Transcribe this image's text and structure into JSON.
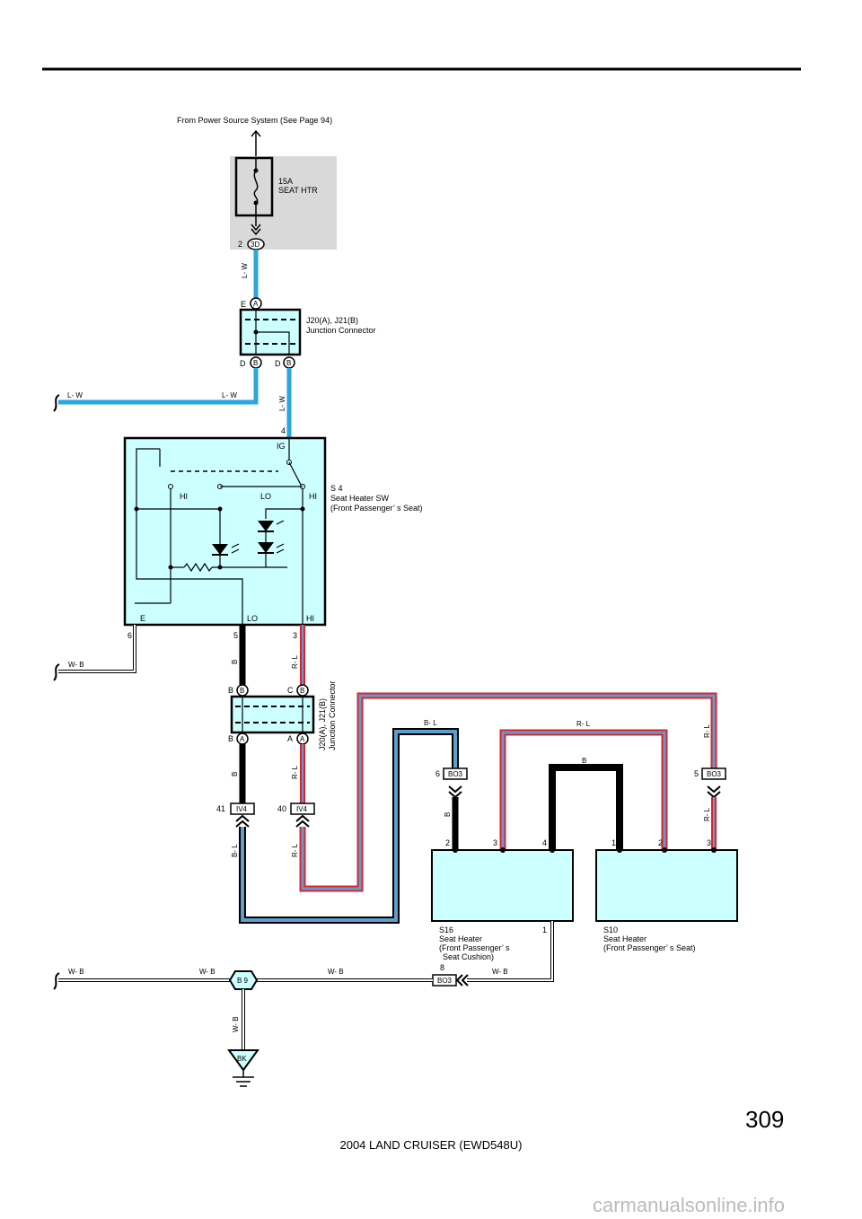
{
  "header": {
    "page_number": "309",
    "footer_title": "2004 LAND CRUISER (EWD548U)",
    "watermark": "carmanualsonline.info"
  },
  "source": {
    "label": "From Power Source System (See Page 94)"
  },
  "fuse": {
    "rating": "15A",
    "name": "SEAT HTR",
    "pin": "2",
    "connector": "3D"
  },
  "junction_top": {
    "label1": "J20(A), J21(B)",
    "label2": "Junction Connector",
    "pin_e": "E",
    "conn_a": "A",
    "pin_d1": "D",
    "conn_b1": "B",
    "pin_d2": "D",
    "conn_b2": "B"
  },
  "switch": {
    "id": "S 4",
    "name": "Seat Heater SW",
    "location": "(Front Passenger’ s Seat)",
    "ig": "IG",
    "pin_ig": "4",
    "hi_left": "HI",
    "lo_mid": "LO",
    "hi_right": "HI",
    "term_e": "E",
    "term_lo": "LO",
    "term_hi": "HI",
    "pin_e": "6",
    "pin_lo": "5",
    "pin_hi": "3"
  },
  "junction_mid": {
    "label1": "J20(A), J21(B)",
    "label2": "Junction Connector",
    "pin_b_top": "B",
    "conn_b_top": "B",
    "pin_c": "C",
    "conn_b_top2": "B",
    "pin_b_bot": "B",
    "conn_a_bot": "A",
    "pin_a": "A",
    "conn_a_bot2": "A"
  },
  "connectors": {
    "iv4": "IV4",
    "bo3": "BO3",
    "bk": "BK",
    "b9": "B 9",
    "pin_41": "41",
    "pin_40": "40",
    "pin_6": "6",
    "pin_5": "5",
    "pin_8": "8"
  },
  "heater_cushion": {
    "id": "S16",
    "name": "Seat Heater",
    "location": "(Front Passenger’ s",
    "location2": "Seat Cushion)",
    "pin_2": "2",
    "pin_3": "3",
    "pin_4": "4",
    "pin_1": "1"
  },
  "heater_seat": {
    "id": "S10",
    "name": "Seat Heater",
    "location": "(Front Passenger’ s Seat)",
    "pin_1": "1",
    "pin_2": "2",
    "pin_3": "3"
  },
  "wires": {
    "lw": "L- W",
    "wb": "W- B",
    "b": "B",
    "rl": "R- L",
    "bl": "B- L"
  },
  "colors": {
    "lw": "#2aa7df",
    "rl": "#e3202a",
    "wire_blue": "#5e9fd0",
    "component_fill": "#ccffff",
    "fuse_box": "#d9d9d9",
    "black": "#000000"
  }
}
